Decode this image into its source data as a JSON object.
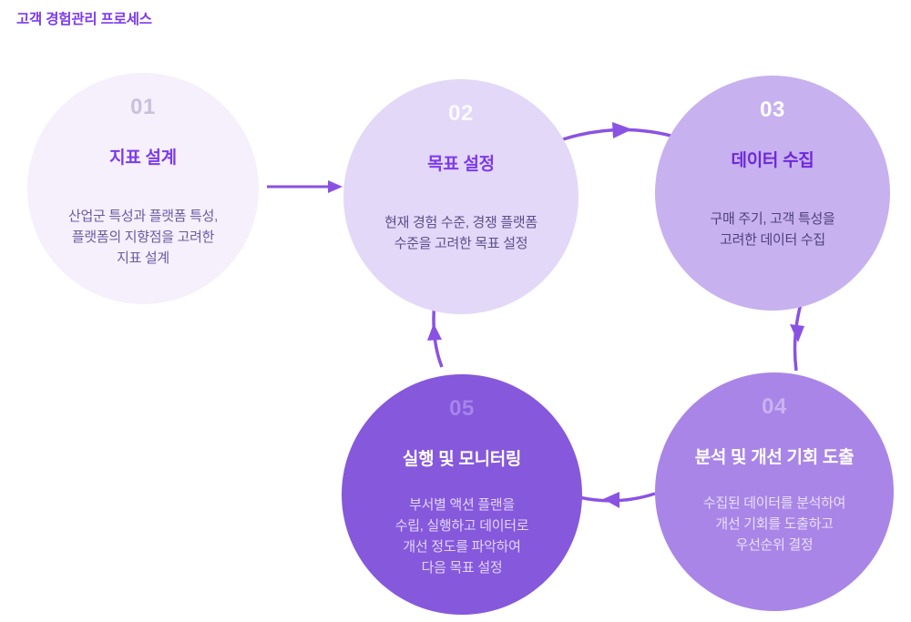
{
  "page": {
    "title": "고객 경험관리 프로세스"
  },
  "colors": {
    "page_title_text": "#7c3aed",
    "arrow": "#8a52e3",
    "background": "#ffffff"
  },
  "steps": [
    {
      "number": "01",
      "title": "지표 설계",
      "description": "산업군 특성과 플랫폼 특성,\n플랫폼의 지향점을 고려한\n지표 설계",
      "colors": {
        "circle": "#f5f0fb",
        "number": "#c9c0dc",
        "title": "#7c3aed",
        "description": "#6b5ba3"
      }
    },
    {
      "number": "02",
      "title": "목표 설정",
      "description": "현재 경험 수준, 경쟁 플랫폼\n수준을 고려한 목표 설정",
      "colors": {
        "circle": "#e3d8f8",
        "number": "#fbf9fe",
        "title": "#7c3aed",
        "description": "#5d4f8c"
      }
    },
    {
      "number": "03",
      "title": "데이터 수집",
      "description": "구매 주기, 고객 특성을\n고려한 데이터 수집",
      "colors": {
        "circle": "#c7b1ef",
        "number": "#ffffff",
        "title": "#6d28d9",
        "description": "#503f7e"
      }
    },
    {
      "number": "04",
      "title": "분석 및 개선 기회 도출",
      "description": "수집된 데이터를 분석하여\n개선 기회를 도출하고\n우선순위 결정",
      "colors": {
        "circle": "#a985e7",
        "number": "#c9b2f1",
        "title": "#ffffff",
        "description": "#e9e0fa"
      }
    },
    {
      "number": "05",
      "title": "실행 및 모니터링",
      "description": "부서별 액션 플랜을\n수립, 실행하고 데이터로\n개선 정도를 파악하여\n다음 목표 설정",
      "colors": {
        "circle": "#8658dc",
        "number": "#a685e9",
        "title": "#ffffff",
        "description": "#e2d5f9"
      }
    }
  ]
}
